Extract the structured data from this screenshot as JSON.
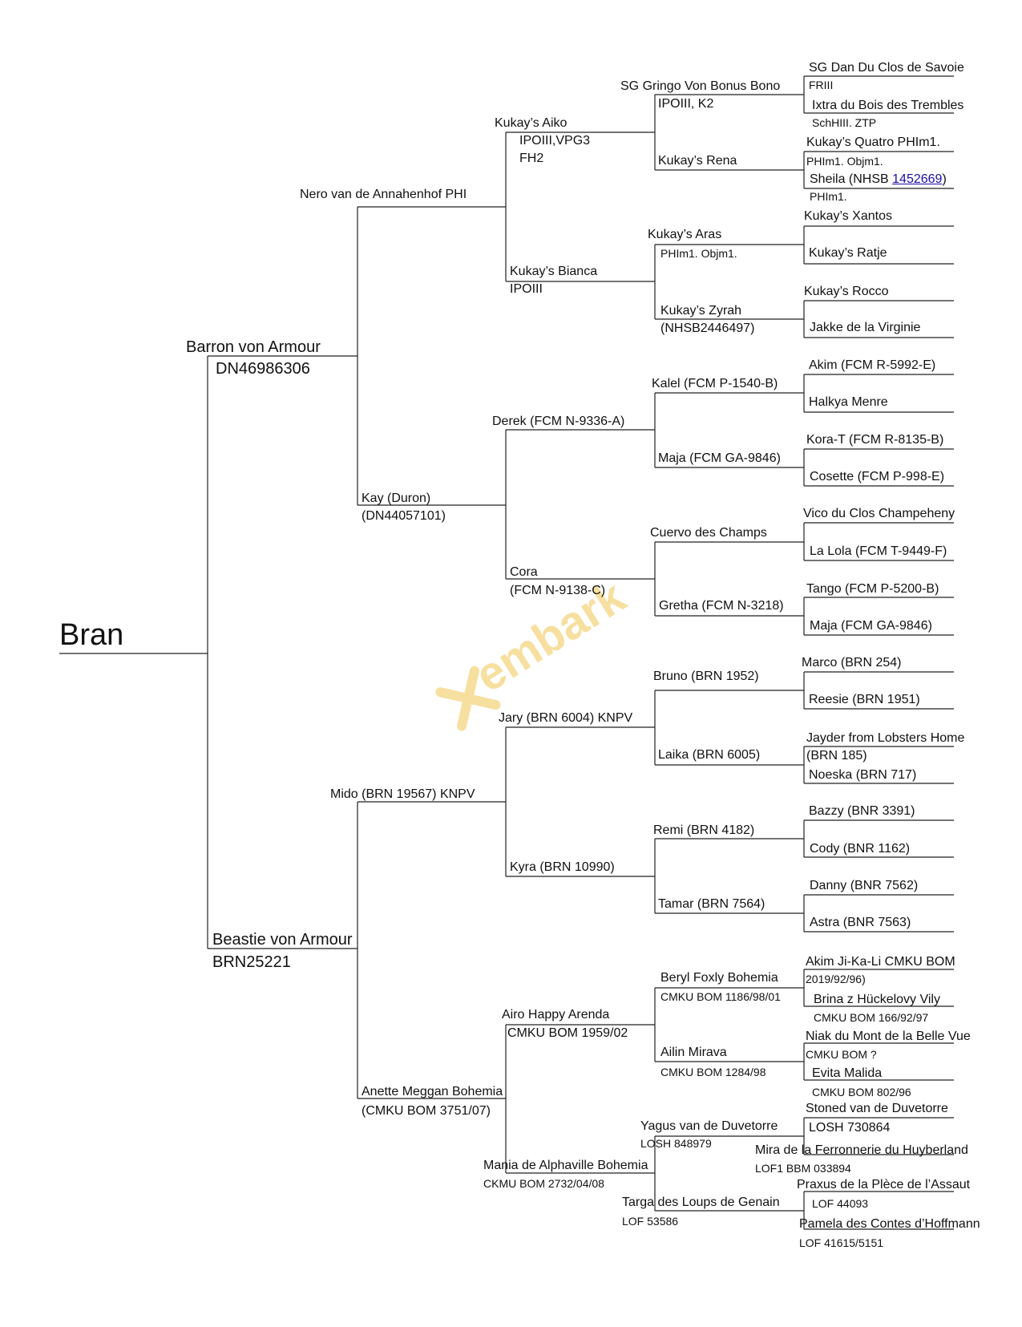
{
  "watermark": "embark",
  "colors": {
    "line": "#222222",
    "watermark": "#f2c552",
    "link": "#1a0dab"
  },
  "gen0": {
    "name": "Bran"
  },
  "gen1": {
    "sire": {
      "name": "Barron von  Armour",
      "reg": "DN46986306"
    },
    "dam": {
      "name": "Beastie von Armour",
      "reg": "BRN25221"
    }
  },
  "gen2": {
    "a": "Nero van de Annahenhof PHI",
    "b1": "Kay (Duron)",
    "b2": "(DN44057101)",
    "c": "Mido (BRN 19567) KNPV",
    "d1": "Anette Meggan Bohemia",
    "d2": "(CMKU BOM 3751/07)"
  },
  "gen3": {
    "a1": "Kukay’s Aiko",
    "a2": "IPOIII,VPG3",
    "a3": "FH2",
    "b1": "Kukay’s Bianca",
    "b2": "IPOIII",
    "c": "Derek (FCM N-9336-A)",
    "d1": "Cora",
    "d2": "(FCM N-9138-C)",
    "e": "Jary (BRN 6004) KNPV",
    "f": "Kyra (BRN 10990)",
    "g1": "Airo Happy Arenda",
    "g2": "CMKU BOM 1959/02",
    "h1": "Mania de Alphaville Bohemia",
    "h2": "CKMU BOM 2732/04/08"
  },
  "gen4": {
    "a1": "SG Gringo Von Bonus Bono",
    "a2": "IPOIII, K2",
    "b": "Kukay’s Rena",
    "c1": "Kukay’s Aras",
    "c2": "PHIm1. Objm1.",
    "d1": "Kukay’s Zyrah",
    "d2": "(NHSB2446497)",
    "e": "Kalel (FCM P-1540-B)",
    "f": "Maja (FCM GA-9846)",
    "g": "Cuervo des Champs",
    "h": "Gretha (FCM N-3218)",
    "i": "Bruno (BRN 1952)",
    "j": "Laika (BRN 6005)",
    "k": "Remi (BRN 4182)",
    "l": "Tamar (BRN 7564)",
    "m1": "Beryl Foxly Bohemia",
    "m2": "CMKU BOM 1186/98/01",
    "n1": "Ailin Mirava",
    "n2": "CMKU BOM 1284/98",
    "o1": "Yagus van de Duvetorre",
    "o2": "LOSH 848979",
    "p1": "Targa des Loups de Genain",
    "p2": "LOF 53586"
  },
  "gen5": {
    "a1": "SG Dan Du Clos de Savoie",
    "a2": "FRIII",
    "b1": "Ixtra du Bois des Trembles",
    "b2": "SchHIII. ZTP",
    "c1": "Kukay’s Quatro PHIm1.",
    "c2": "PHIm1. Objm1.",
    "d1": "Sheila (NHSB ",
    "d_link": "1452669",
    "d_close": ")",
    "d2": "PHIm1.",
    "e": "Kukay’s Xantos",
    "f": "Kukay’s Ratje",
    "g": "Kukay’s Rocco",
    "h": "Jakke de la Virginie",
    "i": "Akim (FCM R-5992-E)",
    "j": "Halkya Menre",
    "k": "Kora-T (FCM R-8135-B)",
    "l": "Cosette (FCM P-998-E)",
    "m": "Vico du Clos Champeheny",
    "n": "La Lola (FCM T-9449-F)",
    "o": "Tango (FCM P-5200-B)",
    "p": "Maja (FCM GA-9846)",
    "q": "Marco (BRN 254)",
    "r": "Reesie (BRN 1951)",
    "s1": "Jayder from Lobsters Home",
    "s2": "(BRN 185)",
    "t": "Noeska (BRN 717)",
    "u": "Bazzy (BNR 3391)",
    "v": "Cody (BNR 1162)",
    "w": "Danny (BNR 7562)",
    "x": "Astra (BNR 7563)",
    "y1": "Akim Ji-Ka-Li CMKU BOM",
    "y2": "2019/92/96)",
    "z1": "Brina z Hückelovy Vily",
    "z2": "CMKU BOM 166/92/97",
    "aa1": "Niak du Mont de la Belle Vue",
    "aa2": "CMKU BOM ?",
    "ab1": "Evita Malida",
    "ab2": "CMKU BOM 802/96",
    "ac1": "Stoned van de Duvetorre",
    "ac2": "LOSH 730864",
    "ad1": "Mira de la Ferronnerie du Huyberland",
    "ad2": "LOF1 BBM 033894",
    "ae1": "Praxus de la Plèce de l’Assaut",
    "ae2": "LOF 44093",
    "af1": "Pamela des Contes d’Hoffmann",
    "af2": "LOF 41615/5151"
  }
}
